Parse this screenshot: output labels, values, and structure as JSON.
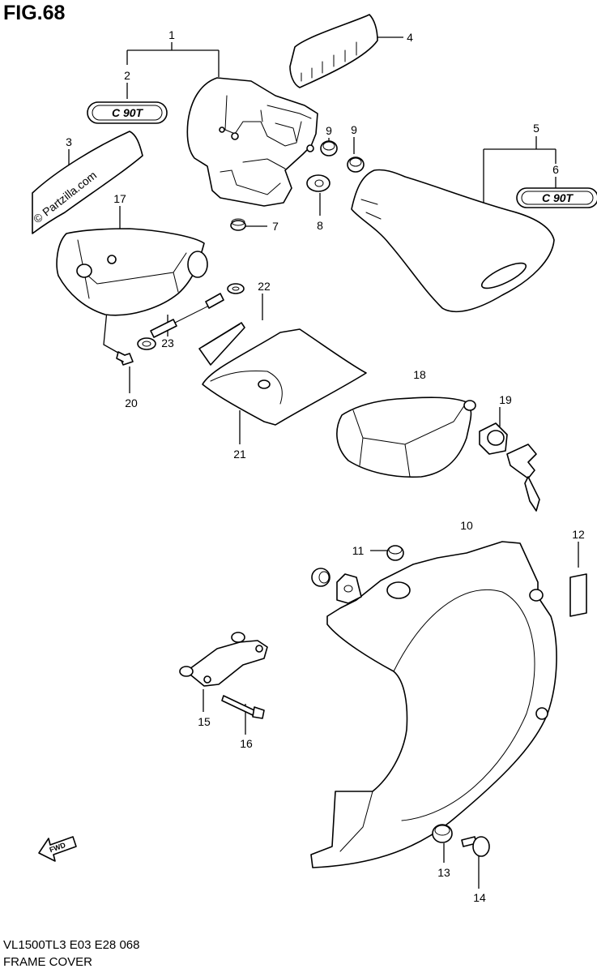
{
  "figure": {
    "title": "FIG.68"
  },
  "callouts": [
    {
      "id": "1",
      "label": "1"
    },
    {
      "id": "2",
      "label": "2"
    },
    {
      "id": "3",
      "label": "3"
    },
    {
      "id": "4",
      "label": "4"
    },
    {
      "id": "5",
      "label": "5"
    },
    {
      "id": "6",
      "label": "6"
    },
    {
      "id": "7",
      "label": "7"
    },
    {
      "id": "8",
      "label": "8"
    },
    {
      "id": "9a",
      "label": "9"
    },
    {
      "id": "9b",
      "label": "9"
    },
    {
      "id": "10",
      "label": "10"
    },
    {
      "id": "11",
      "label": "11"
    },
    {
      "id": "12",
      "label": "12"
    },
    {
      "id": "13",
      "label": "13"
    },
    {
      "id": "14",
      "label": "14"
    },
    {
      "id": "15",
      "label": "15"
    },
    {
      "id": "16",
      "label": "16"
    },
    {
      "id": "17",
      "label": "17"
    },
    {
      "id": "18",
      "label": "18"
    },
    {
      "id": "19",
      "label": "19"
    },
    {
      "id": "20",
      "label": "20"
    },
    {
      "id": "21",
      "label": "21"
    },
    {
      "id": "22",
      "label": "22"
    },
    {
      "id": "23",
      "label": "23"
    }
  ],
  "emblem_text": "C 90T",
  "watermark_text": "© Partzilla.com",
  "fwd_text": "FWD",
  "footer": {
    "code": "VL1500TL3  E03  E28  068",
    "name": "FRAME COVER"
  }
}
